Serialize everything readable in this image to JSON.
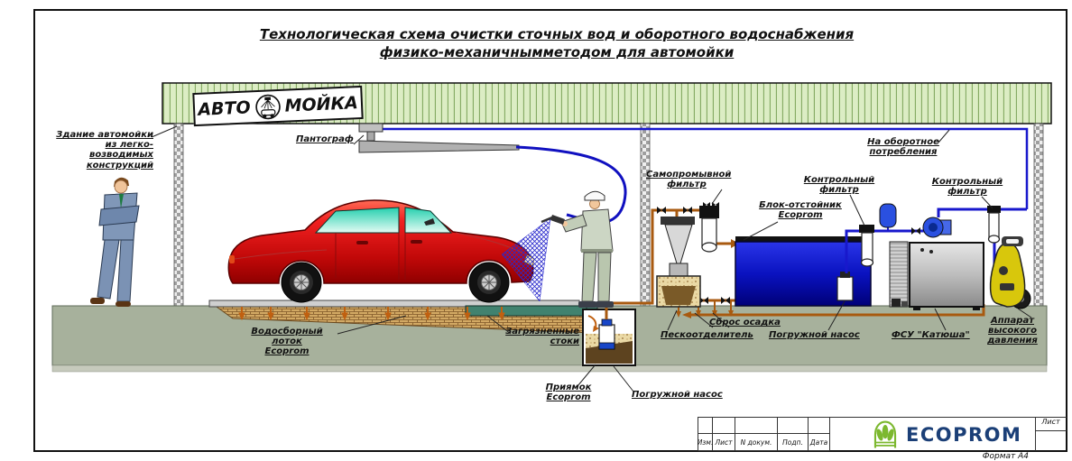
{
  "title": {
    "line1": "Технологическая схема очистки  сточных вод   и оборотного водоснабжения",
    "line2": "физико-механичнымметодом  для автомойки"
  },
  "sign": {
    "word_left": "АВТО",
    "word_right": "МОЙКА"
  },
  "labels": {
    "building": "Здание автомойки\nиз легко-возводимых\nконструкций",
    "pantograph": "Пантограф",
    "self_washing_filter": "Самопромывной\nфильтр",
    "control_filter_1": "Контрольный\nфильтр",
    "settling_block": "Блок-отстойник\nEcoprom",
    "control_filter_2": "Контрольный\nфильтр",
    "recycle": "На оборотное\nпотребления",
    "collection_tray": "Водосборный лоток\nEcoprom",
    "dirty_runoff": "Загрязненные\nстоки",
    "sludge_discharge": "Сброс осадка",
    "sand_separator": "Пескоотделитель",
    "submersible_pump_tank": "Погружной насос",
    "fsu": "ФСУ \"Катюша\"",
    "hp_unit": "Аппарат\nвысокого\nдавления",
    "pit": "Приямок\nEcoprom",
    "submersible_pump_pit": "Погружной насос"
  },
  "titleblock": {
    "col_izm": "Изм.",
    "col_list": "Лист",
    "col_ndoc": "N докум.",
    "col_podp": "Подп.",
    "col_data": "Дата",
    "sheet": "Лист",
    "format": "Формат А4",
    "logo_text": "ECOPROM"
  },
  "colors": {
    "roof_green": "#dcedc4",
    "roof_stripe": "#86ab64",
    "ground": "#a7b19c",
    "tank_blue": "#0a12c0",
    "pipe_brown": "#a85a10",
    "pipe_blue": "#1818cc",
    "car_red": "#d81818",
    "logo_green": "#7cb82f",
    "logo_navy": "#1b3f77"
  }
}
